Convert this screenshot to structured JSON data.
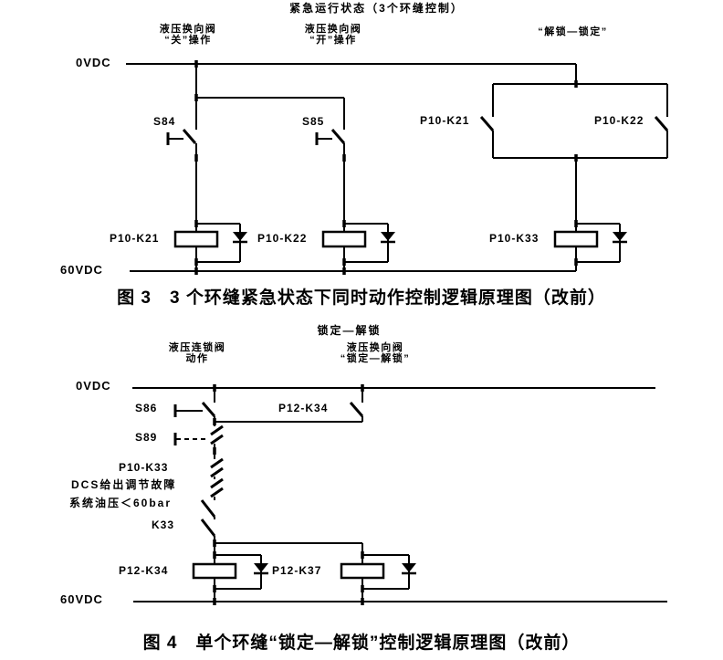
{
  "colors": {
    "ink": "#000000",
    "paper": "#ffffff"
  },
  "fig3": {
    "title": "紧急运行状态（3个环缝控制）",
    "caption": "图 3　3 个环缝紧急状态下同时动作控制逻辑原理图（改前）",
    "rails": {
      "top": "0VDC",
      "bottom": "60VDC"
    },
    "headers": {
      "close_op": "液压换向阀\n“关”操作",
      "open_op": "液压换向阀\n“开”操作",
      "unlock_lock": "“解锁—锁定”"
    },
    "contacts": {
      "s84": "S84",
      "s85": "S85",
      "k21": "P10-K21",
      "k22": "P10-K22"
    },
    "coils": {
      "k21": "P10-K21",
      "k22": "P10-K22",
      "k33": "P10-K33"
    }
  },
  "fig4": {
    "title": "锁定—解锁",
    "caption": "图 4　单个环缝“锁定—解锁”控制逻辑原理图（改前）",
    "rails": {
      "top": "0VDC",
      "bottom": "60VDC"
    },
    "headers": {
      "interlock_valve": "液压连锁阀\n动作",
      "direction_valve": "液压换向阀\n“锁定—解锁”"
    },
    "contacts": {
      "s86": "S86",
      "s89": "S89",
      "k34": "P12-K34",
      "p10k33": "P10-K33",
      "dcs": "DCS给出调节故障",
      "oil": "系统油压＜60bar",
      "k33": "K33"
    },
    "coils": {
      "k34": "P12-K34",
      "k37": "P12-K37"
    }
  }
}
